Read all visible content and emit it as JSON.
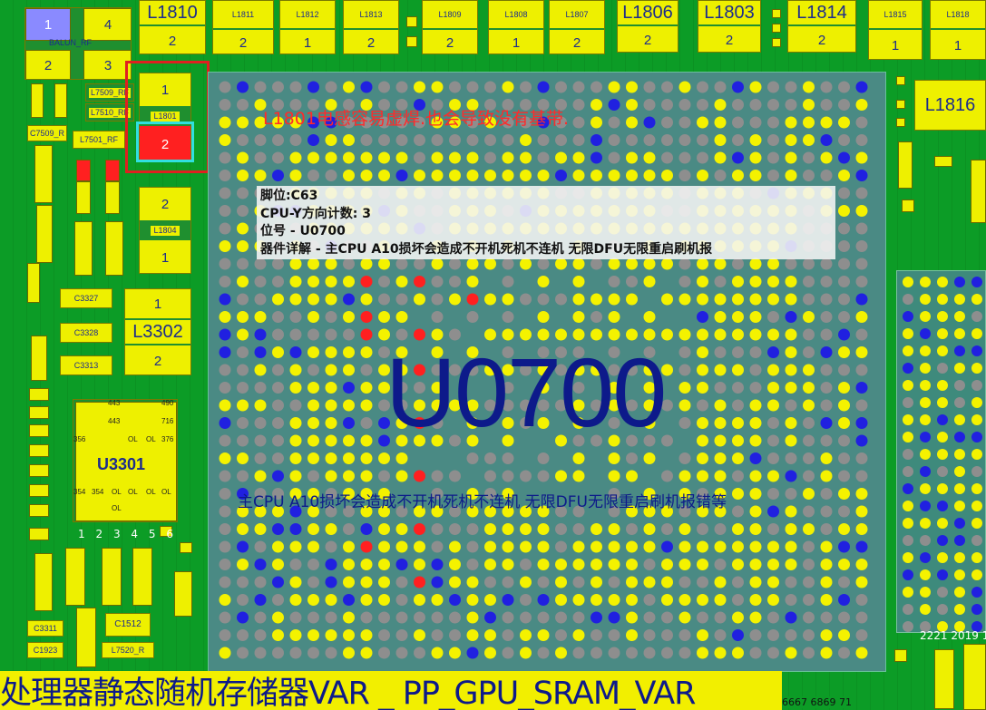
{
  "note_top": "L1801电感容易虚焊.也会导致没有基带.",
  "tooltip": {
    "pin": "脚位:C63",
    "cpu_y": "CPU-Y方向计数: 3",
    "ref": "位号 - U0700",
    "detail": "器件详解 - 主CPU A10损坏会造成不开机死机不连机 无限DFU无限重启刷机报"
  },
  "chip": {
    "ref": "U0700",
    "description": "主CPU A10损坏会造成不开机死机不连机 无限DFU无限重启刷机报错等"
  },
  "net_banner": "处理器静态随机存储器VAR _ PP_GPU_SRAM_VAR",
  "bottom_numbers": "6667 6869    71",
  "right_numbers": "2221 2019 1",
  "top_components": [
    {
      "ref": "L1810",
      "pin": "2"
    },
    {
      "ref": "L1811",
      "pin": "2"
    },
    {
      "ref": "L1812",
      "pin": "1"
    },
    {
      "ref": "L1813",
      "pin": "2"
    },
    {
      "ref": "L1809",
      "pin": "2"
    },
    {
      "ref": "L1808",
      "pin": "1"
    },
    {
      "ref": "L1807",
      "pin": "2"
    },
    {
      "ref": "L1806",
      "pin": "2"
    },
    {
      "ref": "L1803",
      "pin": "2"
    },
    {
      "ref": "L1814",
      "pin": "2"
    },
    {
      "ref": "L1815",
      "pin": "1"
    },
    {
      "ref": "L1818",
      "pin": "1"
    }
  ],
  "left_components": {
    "balun": "BALUN_RF",
    "balun_pins": [
      "1",
      "4",
      "2",
      "3"
    ],
    "l1801": {
      "ref": "L1801",
      "pin1": "1",
      "pin2": "2"
    },
    "l1804": {
      "ref": "L1804",
      "pin1": "2",
      "pin2": "1"
    },
    "l3302": {
      "ref": "L3302",
      "pin1": "1",
      "pin2": "2"
    },
    "l7509": "L7509_RF",
    "l7510": "L7510_RF",
    "l7501": "L7501_RF",
    "c7509": "C7509_R",
    "c3327": "C3327",
    "c3328": "C3328",
    "c3313": "C3313",
    "c3311": "C3311",
    "c1923": "C1923",
    "c1512": "C1512",
    "l7520": "L7520_R",
    "u3301": "U3301",
    "u3301_pins": [
      "443",
      "490",
      "443",
      "716",
      "356",
      "OL",
      "OL",
      "376",
      "354",
      "354",
      "OL",
      "OL",
      "OL",
      "OL",
      "OL"
    ],
    "u3301_cols": [
      "1",
      "2",
      "3",
      "4",
      "5",
      "6"
    ],
    "l1816": "L1816"
  },
  "colors": {
    "board": "#0c9c26",
    "pad": "#eef000",
    "chip": "#4a8a84",
    "ball_yellow": "#f4f200",
    "ball_grey": "#8e8e8e",
    "ball_blue": "#2020e0",
    "ball_red": "#ff2020",
    "highlight": "#e02020"
  }
}
